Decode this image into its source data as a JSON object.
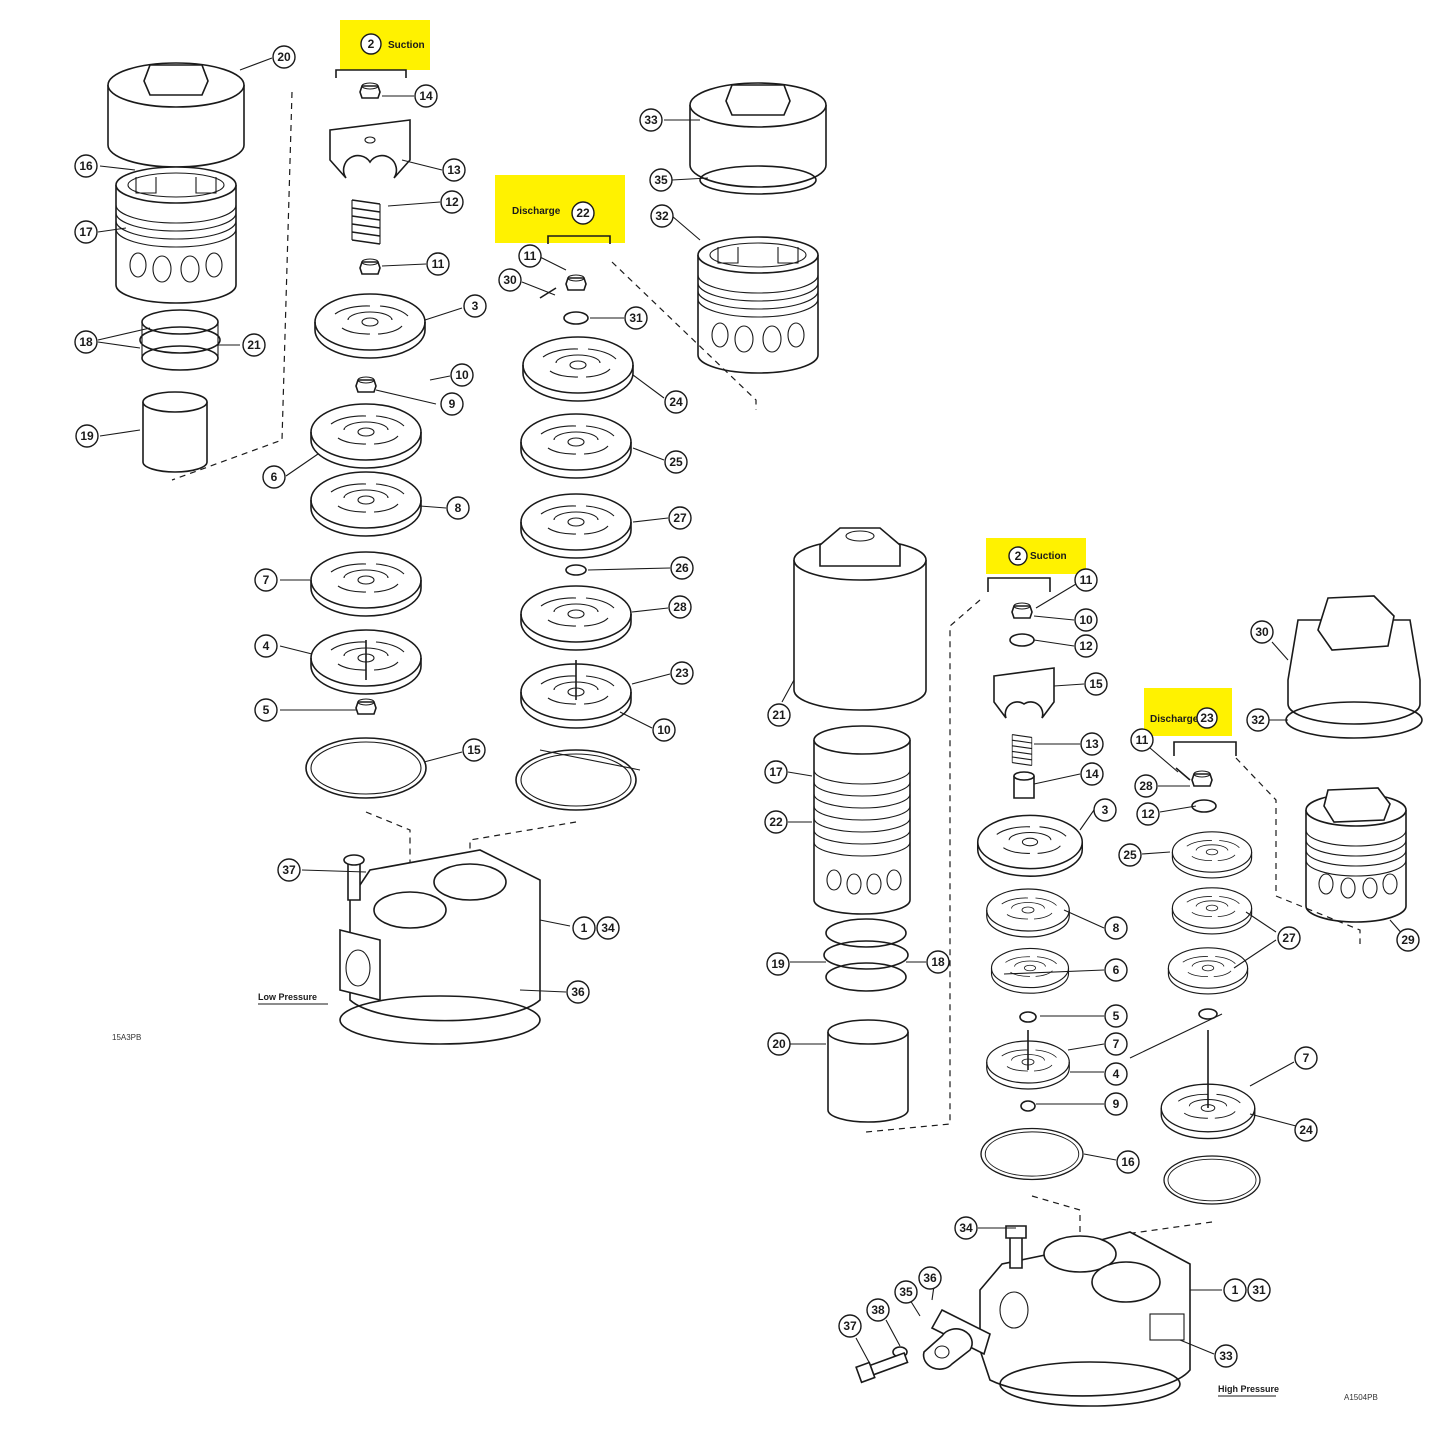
{
  "diagrams": [
    {
      "caption": "Low Pressure",
      "drawing_code": "15A3PB",
      "groups": [
        {
          "label": "Suction",
          "number": "2"
        },
        {
          "label": "Discharge",
          "number": "22"
        }
      ],
      "callouts": [
        "20",
        "16",
        "17",
        "18",
        "21",
        "19",
        "14",
        "13",
        "12",
        "11",
        "3",
        "10",
        "9",
        "6",
        "8",
        "7",
        "4",
        "5",
        "15",
        "37",
        "1",
        "34",
        "36",
        "11",
        "30",
        "31",
        "24",
        "25",
        "27",
        "26",
        "28",
        "23",
        "10",
        "33",
        "35",
        "32"
      ]
    },
    {
      "caption": "High Pressure",
      "drawing_code": "A1504PB",
      "groups": [
        {
          "label": "Suction",
          "number": "2"
        },
        {
          "label": "Discharge",
          "number": "23"
        }
      ],
      "callouts": [
        "21",
        "17",
        "22",
        "19",
        "18",
        "20",
        "11",
        "10",
        "12",
        "15",
        "13",
        "14",
        "3",
        "8",
        "6",
        "5",
        "7",
        "4",
        "9",
        "16",
        "34",
        "36",
        "35",
        "38",
        "37",
        "1",
        "31",
        "33",
        "11",
        "28",
        "12",
        "25",
        "27",
        "7",
        "24",
        "30",
        "32",
        "29"
      ]
    }
  ],
  "colors": {
    "highlight": "#fff200",
    "line": "#1a1a1a"
  }
}
